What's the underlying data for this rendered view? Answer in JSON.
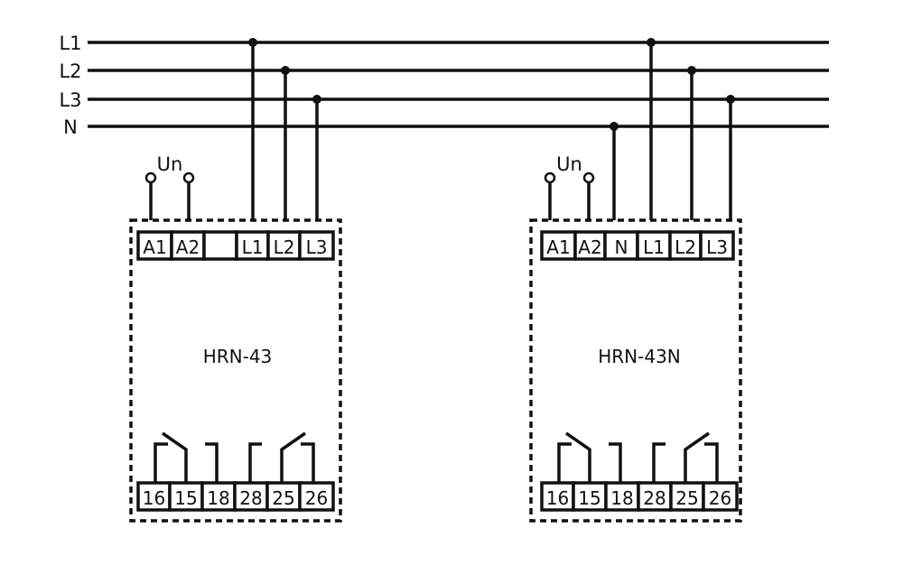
{
  "bus_lines": [
    {
      "label": "L1"
    },
    {
      "label": "L2"
    },
    {
      "label": "L3"
    },
    {
      "label": "N"
    }
  ],
  "devices": [
    {
      "name": "HRN-43",
      "supply_label": "Un",
      "top_terminals": [
        "A1",
        "A2",
        "",
        "L1",
        "L2",
        "L3"
      ],
      "bottom_terminals": [
        "16",
        "15",
        "18",
        "28",
        "25",
        "26"
      ]
    },
    {
      "name": "HRN-43N",
      "supply_label": "Un",
      "top_terminals": [
        "A1",
        "A2",
        "N",
        "L1",
        "L2",
        "L3"
      ],
      "bottom_terminals": [
        "16",
        "15",
        "18",
        "28",
        "25",
        "26"
      ]
    }
  ]
}
